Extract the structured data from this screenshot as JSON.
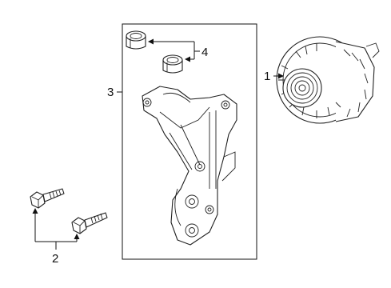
{
  "callouts": {
    "alternator": "1",
    "bolts": "2",
    "bracket": "3",
    "bushings": "4"
  }
}
